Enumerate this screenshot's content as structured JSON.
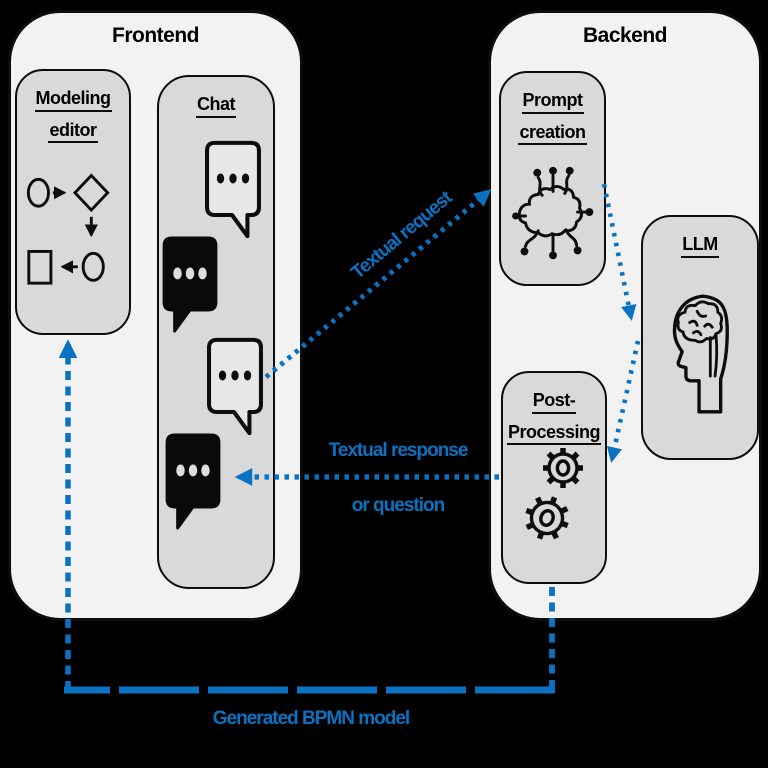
{
  "colors": {
    "background": "#000000",
    "panel_fill": "#f2f2f2",
    "box_fill": "#d9d9d9",
    "border_ink": "#0d0d0d",
    "accent_blue": "#0b72c2"
  },
  "frontend": {
    "title": "Frontend",
    "modeling_editor": {
      "title_lines": [
        "Modeling",
        "editor"
      ],
      "icon": "bpmn-flow-icon"
    },
    "chat": {
      "title": "Chat",
      "bubbles": [
        {
          "type": "received",
          "icon": "chat-bubble-received-icon"
        },
        {
          "type": "sent",
          "icon": "chat-bubble-sent-icon"
        },
        {
          "type": "received",
          "icon": "chat-bubble-received-icon"
        },
        {
          "type": "sent",
          "icon": "chat-bubble-sent-icon"
        }
      ]
    }
  },
  "backend": {
    "title": "Backend",
    "prompt_creation": {
      "title_lines": [
        "Prompt",
        "creation"
      ],
      "icon": "cloud-network-icon"
    },
    "llm": {
      "title": "LLM",
      "icon": "head-brain-icon"
    },
    "post_processing": {
      "title_lines": [
        "Post-",
        "Processing"
      ],
      "icon": "gears-icon"
    }
  },
  "arrow_labels": {
    "textual_request": "Textual request",
    "textual_response": "Textual response",
    "or_question": "or question",
    "generated_bpmn_model": "Generated BPMN model"
  }
}
